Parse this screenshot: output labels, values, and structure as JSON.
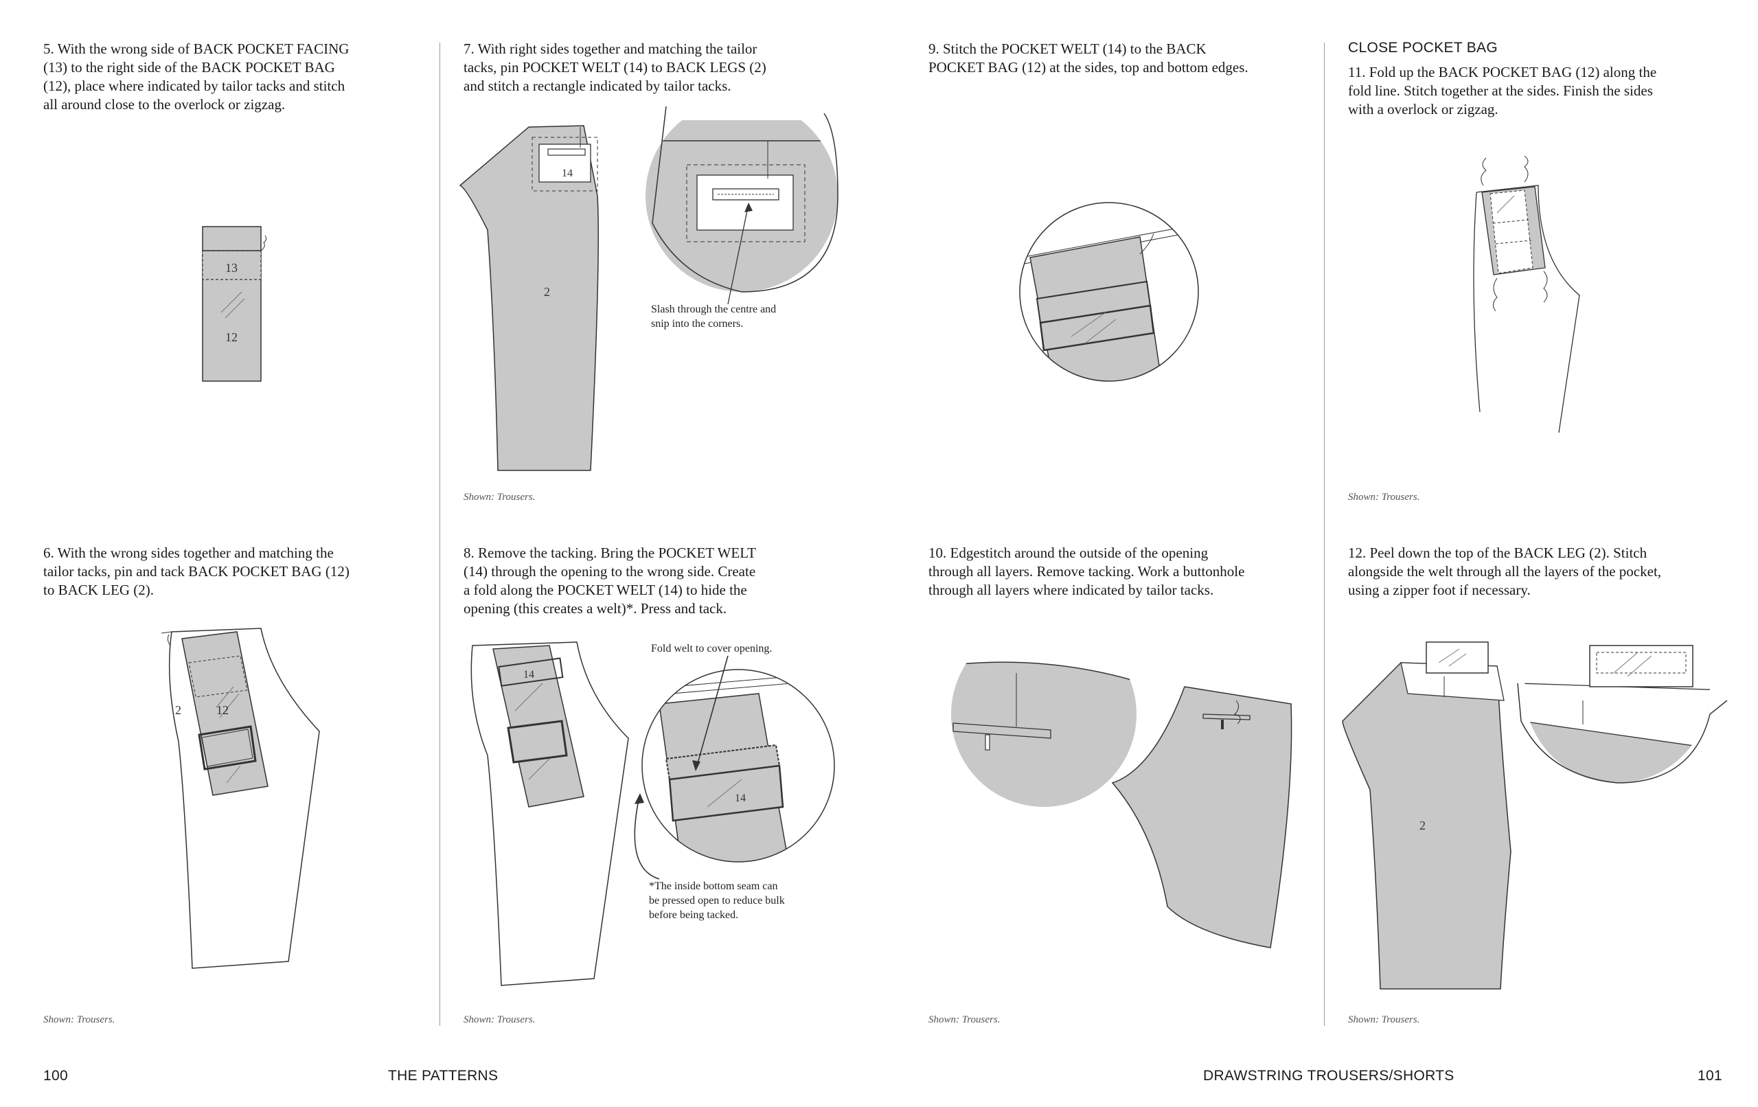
{
  "steps": {
    "s5": "5. With the wrong side of BACK POCKET FACING\n(13) to the right side of the BACK POCKET BAG\n(12), place where indicated by tailor tacks and stitch\nall around close to the overlock or zigzag.",
    "s6": "6. With the wrong sides together and matching the\ntailor tacks, pin and tack BACK POCKET BAG (12)\nto BACK LEG (2).",
    "s7": "7. With right sides together and matching the tailor\ntacks, pin POCKET WELT (14) to BACK LEGS (2)\nand stitch a rectangle indicated by tailor tacks.",
    "s8": "8. Remove the tacking. Bring the POCKET WELT\n(14) through the opening to the wrong side. Create\na fold along the POCKET WELT (14) to hide the\nopening (this creates a welt)*. Press and tack.",
    "s9": "9. Stitch the POCKET WELT (14) to the BACK\nPOCKET BAG (12) at the sides, top and bottom edges.",
    "s10": "10. Edgestitch around the outside of the opening\nthrough all layers. Remove tacking. Work a buttonhole\nthrough all layers where indicated by tailor tacks.",
    "s11": "11. Fold up the BACK POCKET BAG (12) along the\nfold line. Stitch together at the sides. Finish the sides\nwith a overlock or zigzag.",
    "s12": "12. Peel down the top of the BACK LEG (2). Stitch\nalongside the welt through all the layers of the pocket,\nusing a zipper foot if necessary."
  },
  "section_heading": "CLOSE POCKET BAG",
  "captions": {
    "shown": "Shown: Trousers."
  },
  "notes": {
    "slash": "Slash through the centre and\nsnip into the corners.",
    "fold": "Fold welt to cover opening.",
    "inside": "*The inside bottom seam can\nbe pressed open to reduce bulk\nbefore being tacked."
  },
  "labels": {
    "n2": "2",
    "n12": "12",
    "n13": "13",
    "n14": "14"
  },
  "footer": {
    "left_page": "100",
    "left_title": "THE PATTERNS",
    "right_title": "DRAWSTRING TROUSERS/SHORTS",
    "right_page": "101"
  },
  "colors": {
    "fabric": "#c8c8c8",
    "line": "#333333",
    "white": "#ffffff"
  }
}
